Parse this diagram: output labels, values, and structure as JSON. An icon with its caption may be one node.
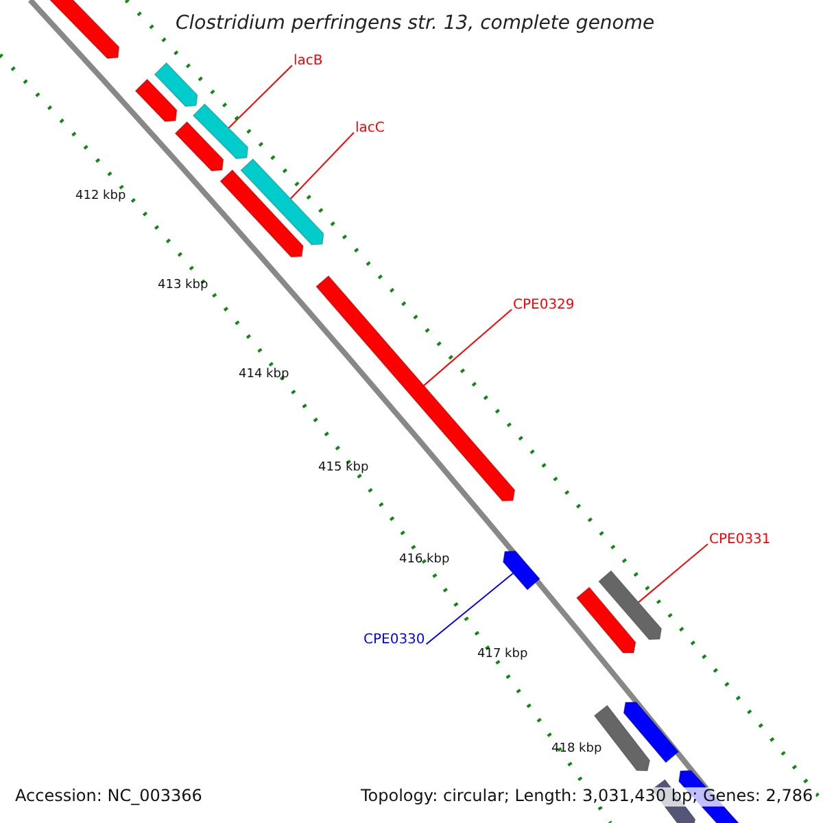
{
  "diagram": {
    "title": "Clostridium perfringens str. 13, complete genome",
    "nodes": [
      {
        "text": [
          "lacB"
        ]
      },
      {
        "text": [
          "lacC"
        ]
      },
      {
        "text": [
          "CPE0329"
        ]
      },
      {
        "text": [
          "CPE0331"
        ]
      },
      {
        "text": [
          "CPE0330"
        ]
      },
      {
        "text": [],
        "shape": "arrow"
      },
      {
        "text": [],
        "shape": "arrow"
      },
      {
        "text": [],
        "shape": "arrow"
      },
      {
        "text": [],
        "shape": "arrow"
      },
      {
        "text": [],
        "shape": "arrow"
      },
      {
        "text": [],
        "shape": "arrow"
      },
      {
        "text": [],
        "shape": "arrow"
      },
      {
        "text": [],
        "shape": "arrow"
      },
      {
        "text": [],
        "shape": "arrow"
      },
      {
        "text": [],
        "shape": "arrow"
      },
      {
        "text": [],
        "shape": "arrow"
      },
      {
        "text": [],
        "shape": "arrow"
      },
      {
        "text": [],
        "shape": "arrow"
      },
      {
        "text": [],
        "shape": "arrow"
      },
      {
        "text": [],
        "shape": "arrow"
      }
    ],
    "edges": [
      {
        "from": 0,
        "to": 8,
        "arrow": "none"
      },
      {
        "from": 1,
        "to": 10,
        "arrow": "none"
      },
      {
        "from": 2,
        "to": 12,
        "arrow": "none"
      },
      {
        "from": 3,
        "to": 14,
        "arrow": "none"
      },
      {
        "from": 4,
        "to": 13,
        "arrow": "none",
        "color": "#0000ff"
      }
    ],
    "labels": [
      "412 kbp",
      "413 kbp",
      "414 kbp",
      "415 kbp",
      "416 kbp",
      "417 kbp",
      "418 kbp",
      "Accession: NC_003366",
      "Topology: circular; Length: 3,031,430 bp; Genes: 2,786"
    ]
  }
}
